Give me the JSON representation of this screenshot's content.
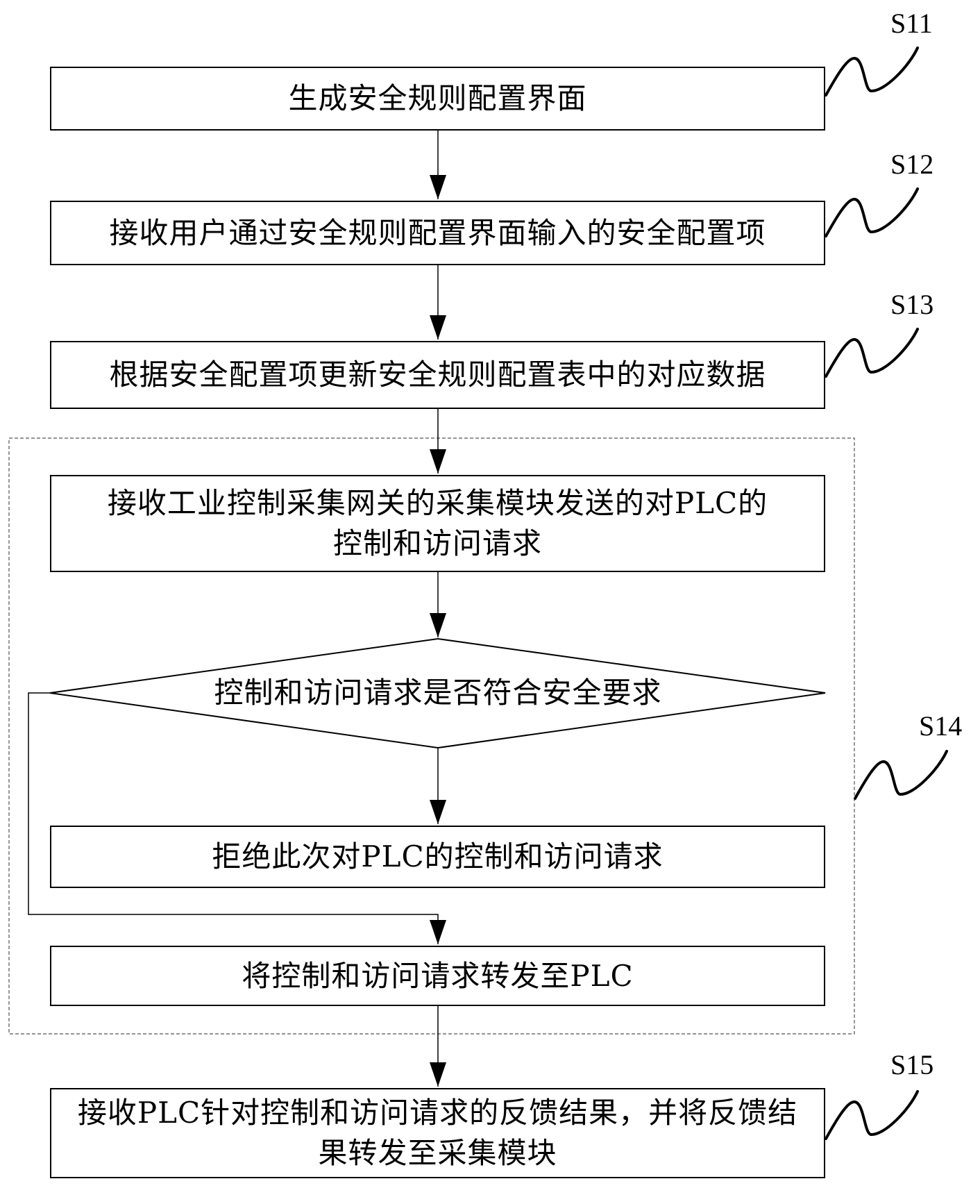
{
  "flowchart": {
    "steps": [
      {
        "id": "S11",
        "text": "生成安全规则配置界面"
      },
      {
        "id": "S12",
        "text": "接收用户通过安全规则配置界面输入的安全配置项"
      },
      {
        "id": "S13",
        "text": "根据安全配置项更新安全规则配置表中的对应数据"
      },
      {
        "id": "S14",
        "label": "S14"
      },
      {
        "id": "S15",
        "text": "接收PLC针对控制和访问请求的反馈结果，并将反馈结果转发至采集模块"
      }
    ],
    "s14_group": {
      "receive_request": "接收工业控制采集网关的采集模块发送的对PLC的控制和访问请求",
      "decision": "控制和访问请求是否符合安全要求",
      "reject": "拒绝此次对PLC的控制和访问请求",
      "forward": "将控制和访问请求转发至PLC"
    },
    "labels": {
      "s11": "S11",
      "s12": "S12",
      "s13": "S13",
      "s14": "S14",
      "s15": "S15"
    }
  }
}
